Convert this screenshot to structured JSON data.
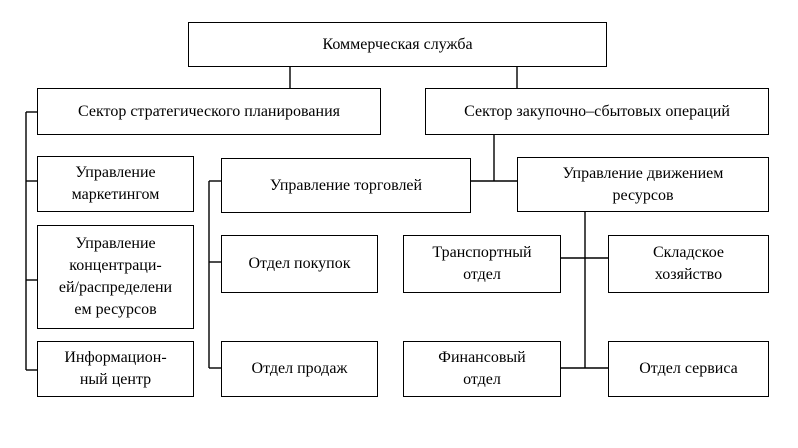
{
  "nodes": {
    "root": "Коммерческая служба",
    "strategic": "Сектор стратегического планирования",
    "procurement": "Сектор закупочно–сбытовых операций",
    "marketing": "Управление\nмаркетингом",
    "concentration": "Управление\nконцентраци-\nей/распределени\nем ресурсов",
    "info_center": "Информацион-\nный центр",
    "trade": "Управление торговлей",
    "resource_movement": "Управление движением\nресурсов",
    "purchasing": "Отдел покупок",
    "sales": "Отдел продаж",
    "transport": "Транспортный\nотдел",
    "finance": "Финансовый\nотдел",
    "warehouse": "Складское\nхозяйство",
    "service": "Отдел сервиса"
  }
}
